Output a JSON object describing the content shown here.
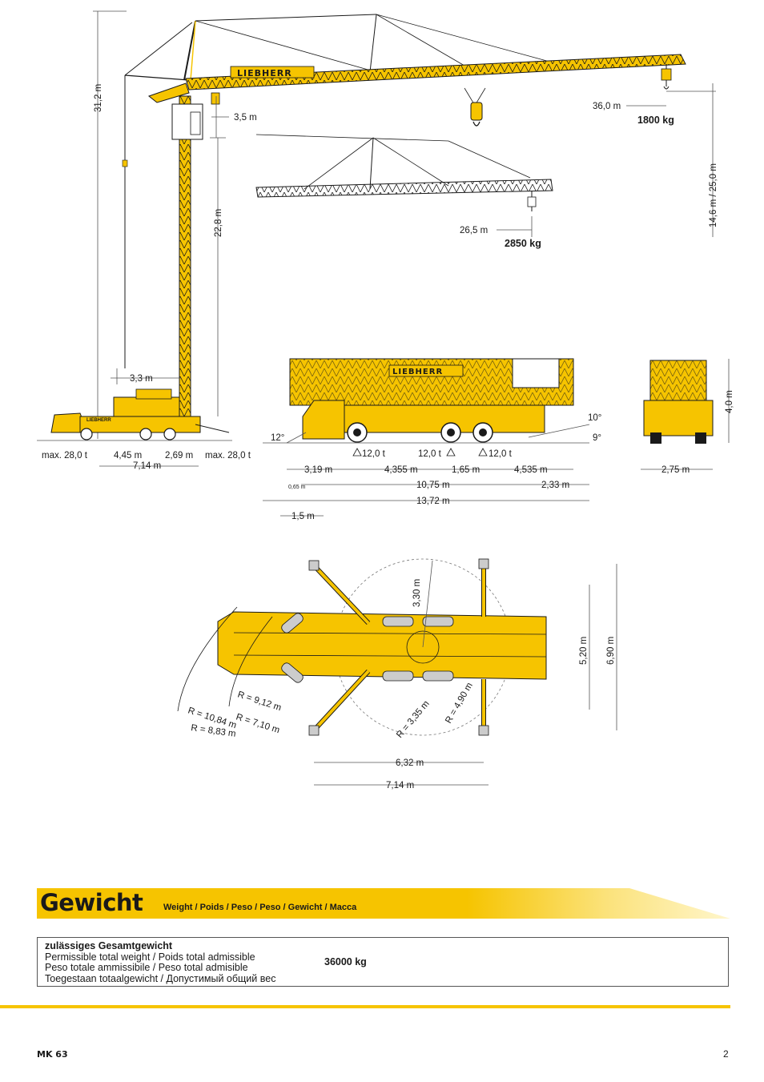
{
  "crane_elevation": {
    "brand": "LIEBHERR",
    "dims": {
      "total_height": "31,2 m",
      "trolley_offset": "3,5 m",
      "tower_height": "22,8 m",
      "base_offset": "3,3 m",
      "jib_radius_main": "36,0 m",
      "load_main": "1800 kg",
      "hook_height_range": "14,6 m / 25,0 m",
      "jib_radius_short": "26,5 m",
      "load_short": "2850 kg",
      "outrigger_left": "max. 28,0 t",
      "outrigger_right": "max. 28,0 t",
      "base_a": "4,45 m",
      "base_b": "2,69 m",
      "base_total": "7,14 m"
    }
  },
  "transport": {
    "brand": "LIEBHERR",
    "dims": {
      "angle_front": "12°",
      "angle_rear_top": "10°",
      "angle_rear_bottom": "9°",
      "axle1": "12,0 t",
      "axle2": "12,0 t",
      "axle3": "12,0 t",
      "d1": "3,19 m",
      "d2": "4,355 m",
      "d3": "1,65 m",
      "d4": "4,535 m",
      "d5": "10,75 m",
      "d6": "2,33 m",
      "d7": "13,72 m",
      "d8": "1,5 m",
      "d9": "0,65 m",
      "height": "4,0 m",
      "width": "2,75 m"
    }
  },
  "plan_view": {
    "dims": {
      "r1": "R = 9,12 m",
      "r2": "R = 7,10 m",
      "r3": "R = 10,84 m",
      "r4": "R = 8,83 m",
      "r5": "R = 3,35 m",
      "r6": "R = 4,90 m",
      "radius": "3,30 m",
      "w1": "5,20 m",
      "w2": "6,90 m",
      "l1": "6,32 m",
      "l2": "7,14 m"
    }
  },
  "section": {
    "title": "Gewicht",
    "subtitle": "Weight / Poids / Peso / Peso / Gewicht / Macca"
  },
  "weight_table": {
    "label_de": "zulässiges Gesamtgewicht",
    "label_2": "Permissible total weight / Poids total admissible",
    "label_3": "Peso totale ammissibile / Peso total admisible",
    "label_4": "Toegestaan totaalgewicht / Допустимый общий вес",
    "value": "36000 kg"
  },
  "footer": {
    "model": "MK 63",
    "page": "2"
  },
  "colors": {
    "crane_yellow": "#f6c400",
    "outline": "#1a1a1a"
  }
}
